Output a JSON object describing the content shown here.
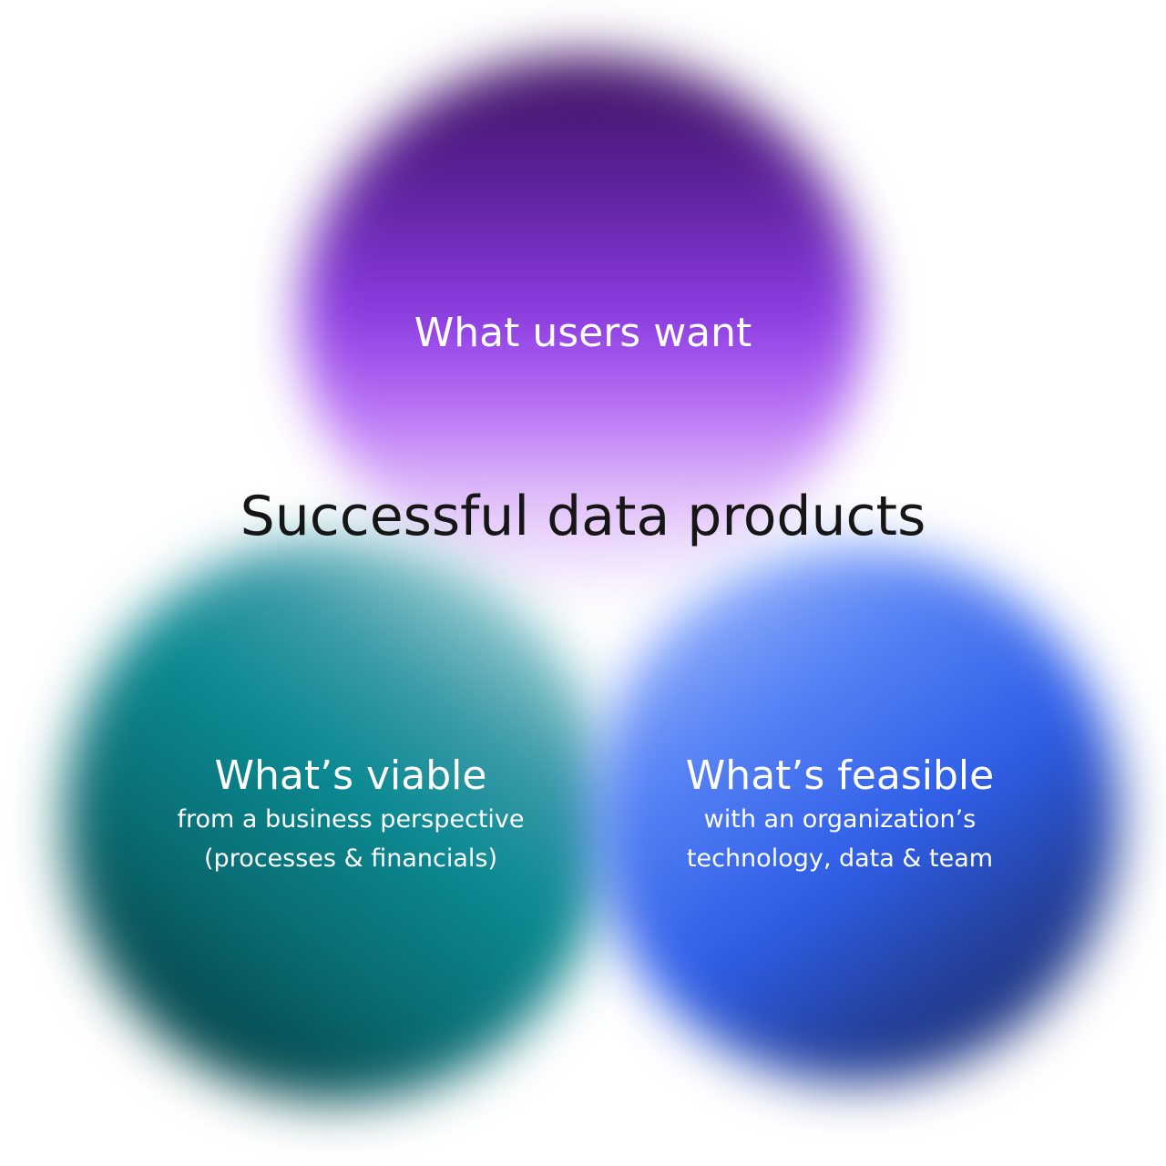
{
  "title": "Successful data products",
  "circles": {
    "top": {
      "heading": "What users want",
      "color": "#8a3ae0"
    },
    "left": {
      "heading": "What’s viable",
      "line1": "from a business perspective",
      "line2": "(processes & financials)",
      "color": "#0b8a92"
    },
    "right": {
      "heading": "What’s feasible",
      "line1": "with an organization’s",
      "line2": "technology, data & team",
      "color": "#2f5ee8"
    }
  }
}
